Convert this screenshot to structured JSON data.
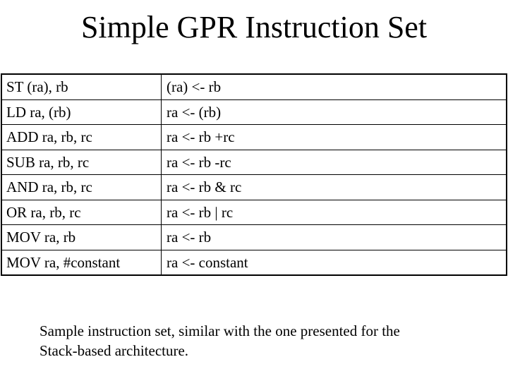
{
  "slide": {
    "title": "Simple GPR Instruction Set",
    "caption_line1": "Sample instruction set, similar with the one presented for the",
    "caption_line2": "Stack-based architecture."
  },
  "table": {
    "rows": [
      {
        "instruction": "ST (ra), rb",
        "operation": "(ra) <- rb"
      },
      {
        "instruction": "LD ra, (rb)",
        "operation": "ra <- (rb)"
      },
      {
        "instruction": "ADD ra, rb, rc",
        "operation": "ra <- rb +rc"
      },
      {
        "instruction": "SUB ra, rb, rc",
        "operation": "ra <- rb -rc"
      },
      {
        "instruction": "AND ra, rb, rc",
        "operation": "ra <- rb & rc"
      },
      {
        "instruction": "OR ra, rb, rc",
        "operation": "ra <- rb | rc"
      },
      {
        "instruction": "MOV ra, rb",
        "operation": "ra <- rb"
      },
      {
        "instruction": "MOV ra, #constant",
        "operation": "ra <- constant"
      }
    ]
  }
}
